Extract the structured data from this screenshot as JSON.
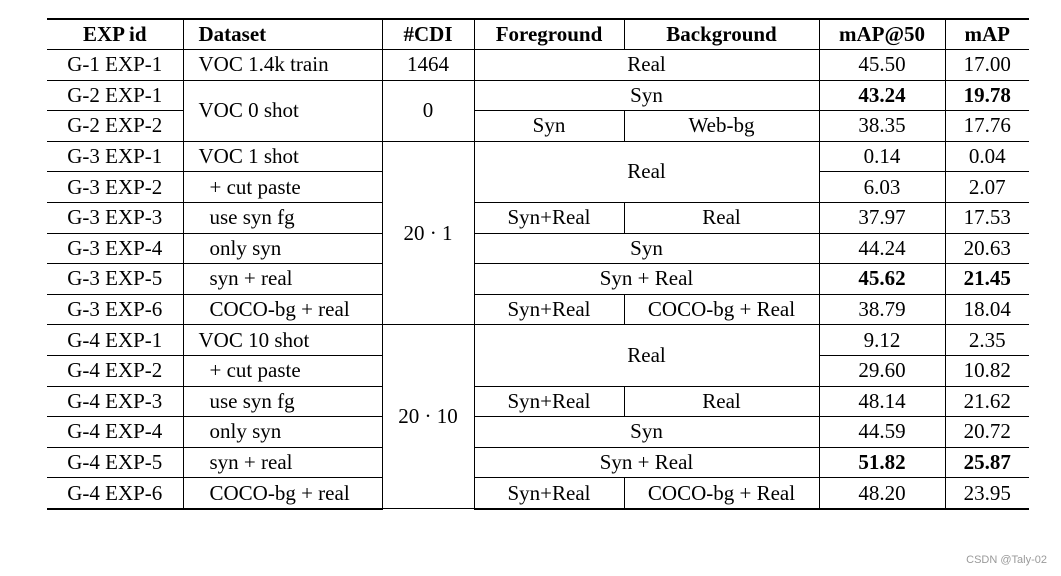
{
  "header": [
    "EXP id",
    "Dataset",
    "#CDI",
    "Foreground",
    "Background",
    "mAP@50",
    "mAP"
  ],
  "g1": [
    {
      "id": "G-1 EXP-1",
      "dataset": "VOC 1.4k train",
      "cdi": "1464",
      "fgbg": "Real",
      "map50": "45.50",
      "map": "17.00"
    }
  ],
  "g2": [
    {
      "id": "G-2 EXP-1",
      "dataset": "VOC 0 shot",
      "cdi": "0",
      "fgbg": "Syn",
      "map50": "43.24",
      "map": "19.78"
    },
    {
      "id": "G-2 EXP-2",
      "fg": "Syn",
      "bg": "Web-bg",
      "map50": "38.35",
      "map": "17.76"
    }
  ],
  "g3": [
    {
      "id": "G-3 EXP-1",
      "dataset": "VOC 1 shot",
      "cdi": "20 · 1",
      "fgbg": "Real",
      "map50": "0.14",
      "map": "0.04"
    },
    {
      "id": "G-3 EXP-2",
      "dataset": "+ cut paste",
      "map50": "6.03",
      "map": "2.07"
    },
    {
      "id": "G-3 EXP-3",
      "dataset": "use syn fg",
      "fg": "Syn+Real",
      "bg": "Real",
      "map50": "37.97",
      "map": "17.53"
    },
    {
      "id": "G-3 EXP-4",
      "dataset": "only syn",
      "fgbg": "Syn",
      "map50": "44.24",
      "map": "20.63"
    },
    {
      "id": "G-3 EXP-5",
      "dataset": "syn + real",
      "fgbg": "Syn + Real",
      "map50": "45.62",
      "map": "21.45"
    },
    {
      "id": "G-3 EXP-6",
      "dataset": "COCO-bg + real",
      "fg": "Syn+Real",
      "bg": "COCO-bg + Real",
      "map50": "38.79",
      "map": "18.04"
    }
  ],
  "g4": [
    {
      "id": "G-4 EXP-1",
      "dataset": "VOC 10 shot",
      "cdi": "20 · 10",
      "fgbg": "Real",
      "map50": "9.12",
      "map": "2.35"
    },
    {
      "id": "G-4 EXP-2",
      "dataset": "+ cut paste",
      "map50": "29.60",
      "map": "10.82"
    },
    {
      "id": "G-4 EXP-3",
      "dataset": "use syn fg",
      "fg": "Syn+Real",
      "bg": "Real",
      "map50": "48.14",
      "map": "21.62"
    },
    {
      "id": "G-4 EXP-4",
      "dataset": "only syn",
      "fgbg": "Syn",
      "map50": "44.59",
      "map": "20.72"
    },
    {
      "id": "G-4 EXP-5",
      "dataset": "syn + real",
      "fgbg": "Syn + Real",
      "map50": "51.82",
      "map": "25.87"
    },
    {
      "id": "G-4 EXP-6",
      "dataset": "COCO-bg + real",
      "fg": "Syn+Real",
      "bg": "COCO-bg + Real",
      "map50": "48.20",
      "map": "23.95"
    }
  ],
  "watermark": "CSDN @Taly-02"
}
